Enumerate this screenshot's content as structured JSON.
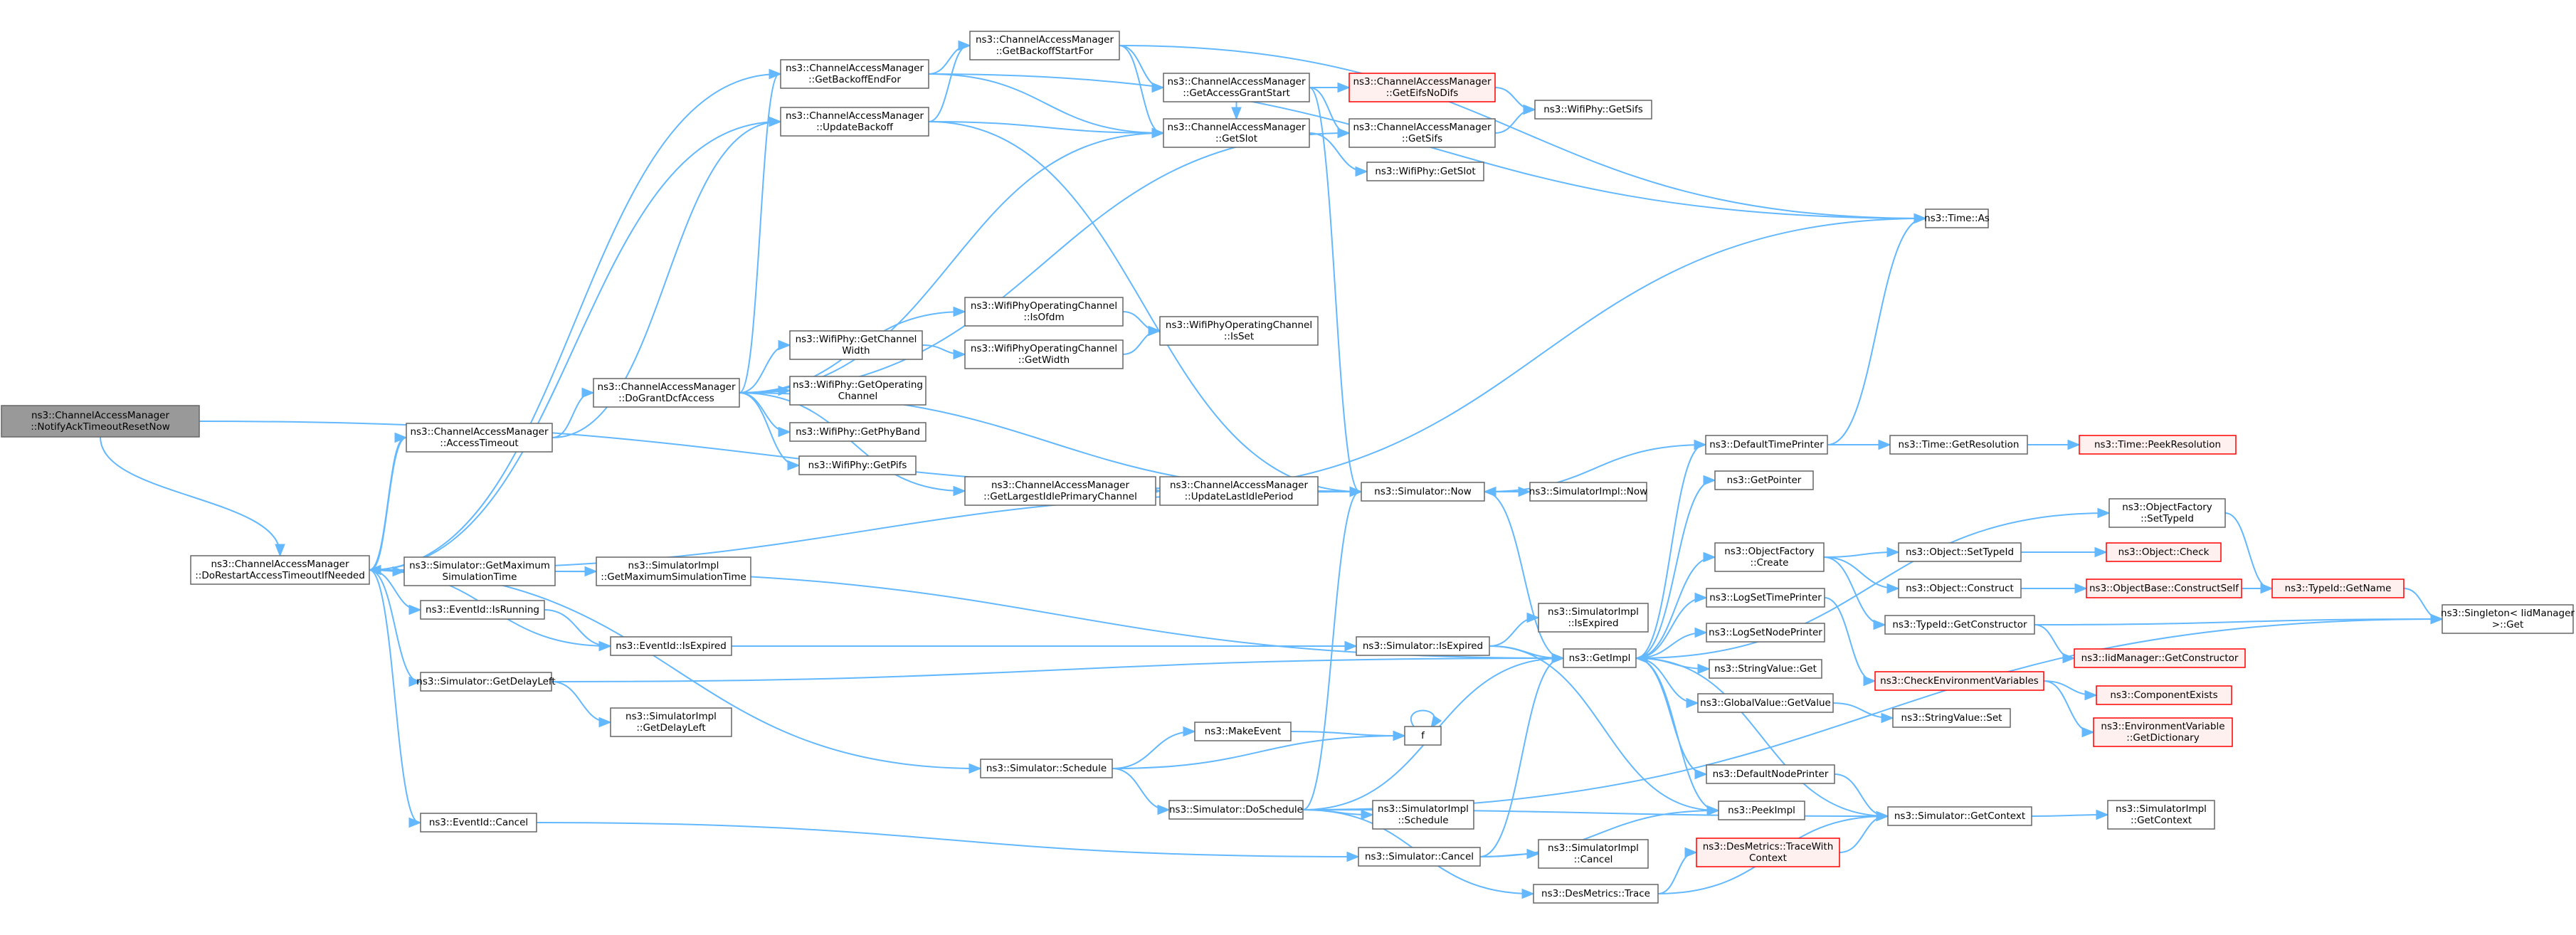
{
  "colors": {
    "edge": "#63b8ff",
    "node_border": "#666666",
    "root_fill": "#999999",
    "missing_border": "#ff0000",
    "missing_fill": "#fff0f0"
  },
  "nodes": [
    {
      "id": "root",
      "kind": "root",
      "lines": [
        "ns3::ChannelAccessManager",
        "::NotifyAckTimeoutResetNow"
      ]
    },
    {
      "id": "dorestart",
      "lines": [
        "ns3::ChannelAccessManager",
        "::DoRestartAccessTimeoutIfNeeded"
      ]
    },
    {
      "id": "accesstimeout",
      "lines": [
        "ns3::ChannelAccessManager",
        "::AccessTimeout"
      ]
    },
    {
      "id": "dogrant",
      "lines": [
        "ns3::ChannelAccessManager",
        "::DoGrantDcfAccess"
      ]
    },
    {
      "id": "getbackoffend",
      "lines": [
        "ns3::ChannelAccessManager",
        "::GetBackoffEndFor"
      ]
    },
    {
      "id": "updatebackoff",
      "lines": [
        "ns3::ChannelAccessManager",
        "::UpdateBackoff"
      ]
    },
    {
      "id": "getbackoffstart",
      "lines": [
        "ns3::ChannelAccessManager",
        "::GetBackoffStartFor"
      ]
    },
    {
      "id": "getaccessgrant",
      "lines": [
        "ns3::ChannelAccessManager",
        "::GetAccessGrantStart"
      ]
    },
    {
      "id": "geteifs",
      "kind": "missing",
      "lines": [
        "ns3::ChannelAccessManager",
        "::GetEifsNoDifs"
      ]
    },
    {
      "id": "cam_getslot",
      "lines": [
        "ns3::ChannelAccessManager",
        "::GetSlot"
      ]
    },
    {
      "id": "cam_getsifs",
      "lines": [
        "ns3::ChannelAccessManager",
        "::GetSifs"
      ]
    },
    {
      "id": "phy_getsifs",
      "lines": [
        "ns3::WifiPhy::GetSifs"
      ]
    },
    {
      "id": "phy_getslot",
      "lines": [
        "ns3::WifiPhy::GetSlot"
      ]
    },
    {
      "id": "time_as",
      "lines": [
        "ns3::Time::As"
      ]
    },
    {
      "id": "isofdm",
      "lines": [
        "ns3::WifiPhyOperatingChannel",
        "::IsOfdm"
      ]
    },
    {
      "id": "getchanwidth",
      "lines": [
        "ns3::WifiPhy::GetChannel",
        "Width"
      ]
    },
    {
      "id": "opchan_getwidth",
      "lines": [
        "ns3::WifiPhyOperatingChannel",
        "::GetWidth"
      ]
    },
    {
      "id": "opchan_isset",
      "lines": [
        "ns3::WifiPhyOperatingChannel",
        "::IsSet"
      ]
    },
    {
      "id": "getopchan",
      "lines": [
        "ns3::WifiPhy::GetOperating",
        "Channel"
      ]
    },
    {
      "id": "getphyband",
      "lines": [
        "ns3::WifiPhy::GetPhyBand"
      ]
    },
    {
      "id": "getpifs",
      "lines": [
        "ns3::WifiPhy::GetPifs"
      ]
    },
    {
      "id": "getlargest",
      "lines": [
        "ns3::ChannelAccessManager",
        "::GetLargestIdlePrimaryChannel"
      ]
    },
    {
      "id": "updatelastidle",
      "lines": [
        "ns3::ChannelAccessManager",
        "::UpdateLastIdlePeriod"
      ]
    },
    {
      "id": "sim_now",
      "lines": [
        "ns3::Simulator::Now"
      ]
    },
    {
      "id": "simimpl_now",
      "lines": [
        "ns3::SimulatorImpl::Now"
      ]
    },
    {
      "id": "defaulttimeprinter",
      "lines": [
        "ns3::DefaultTimePrinter"
      ]
    },
    {
      "id": "time_getres",
      "lines": [
        "ns3::Time::GetResolution"
      ]
    },
    {
      "id": "time_peekres",
      "kind": "missing",
      "lines": [
        "ns3::Time::PeekResolution"
      ]
    },
    {
      "id": "getpointer",
      "lines": [
        "ns3::GetPointer"
      ]
    },
    {
      "id": "objfactory_settypeid",
      "lines": [
        "ns3::ObjectFactory",
        "::SetTypeId"
      ]
    },
    {
      "id": "objfactory_create",
      "lines": [
        "ns3::ObjectFactory",
        "::Create"
      ]
    },
    {
      "id": "object_settypeid",
      "lines": [
        "ns3::Object::SetTypeId"
      ]
    },
    {
      "id": "object_check",
      "kind": "missing",
      "lines": [
        "ns3::Object::Check"
      ]
    },
    {
      "id": "object_construct",
      "lines": [
        "ns3::Object::Construct"
      ]
    },
    {
      "id": "objbase_constructself",
      "kind": "missing",
      "lines": [
        "ns3::ObjectBase::ConstructSelf"
      ]
    },
    {
      "id": "typeid_getname",
      "kind": "missing",
      "lines": [
        "ns3::TypeId::GetName"
      ]
    },
    {
      "id": "typeid_getconstructor",
      "lines": [
        "ns3::TypeId::GetConstructor"
      ]
    },
    {
      "id": "iidmanager_getconstructor",
      "kind": "missing",
      "lines": [
        "ns3::IidManager::GetConstructor"
      ]
    },
    {
      "id": "singleton_get",
      "lines": [
        "ns3::Singleton< IidManager",
        " >::Get"
      ]
    },
    {
      "id": "sim_getmaxtime",
      "lines": [
        "ns3::Simulator::GetMaximum",
        "SimulationTime"
      ]
    },
    {
      "id": "simimpl_getmaxtime",
      "lines": [
        "ns3::SimulatorImpl",
        "::GetMaximumSimulationTime"
      ]
    },
    {
      "id": "eventid_isrunning",
      "lines": [
        "ns3::EventId::IsRunning"
      ]
    },
    {
      "id": "eventid_isexpired",
      "lines": [
        "ns3::EventId::IsExpired"
      ]
    },
    {
      "id": "sim_isexpired",
      "lines": [
        "ns3::Simulator::IsExpired"
      ]
    },
    {
      "id": "simimpl_isexpired",
      "lines": [
        "ns3::SimulatorImpl",
        "::IsExpired"
      ]
    },
    {
      "id": "getimpl",
      "lines": [
        "ns3::GetImpl"
      ]
    },
    {
      "id": "logsettimeprinter",
      "lines": [
        "ns3::LogSetTimePrinter"
      ]
    },
    {
      "id": "logsetnodeprinter",
      "lines": [
        "ns3::LogSetNodePrinter"
      ]
    },
    {
      "id": "stringvalue_get",
      "lines": [
        "ns3::StringValue::Get"
      ]
    },
    {
      "id": "globalvalue_getvalue",
      "lines": [
        "ns3::GlobalValue::GetValue"
      ]
    },
    {
      "id": "stringvalue_set",
      "lines": [
        "ns3::StringValue::Set"
      ]
    },
    {
      "id": "checkenv",
      "kind": "missing",
      "lines": [
        "ns3::CheckEnvironmentVariables"
      ]
    },
    {
      "id": "componentexists",
      "kind": "missing",
      "lines": [
        "ns3::ComponentExists"
      ]
    },
    {
      "id": "envvar_getdict",
      "kind": "missing",
      "lines": [
        "ns3::EnvironmentVariable",
        "::GetDictionary"
      ]
    },
    {
      "id": "sim_getdelayleft",
      "lines": [
        "ns3::Simulator::GetDelayLeft"
      ]
    },
    {
      "id": "simimpl_getdelayleft",
      "lines": [
        "ns3::SimulatorImpl",
        "::GetDelayLeft"
      ]
    },
    {
      "id": "makeevent",
      "lines": [
        "ns3::MakeEvent"
      ]
    },
    {
      "id": "f",
      "lines": [
        "f"
      ]
    },
    {
      "id": "sim_schedule",
      "lines": [
        "ns3::Simulator::Schedule"
      ]
    },
    {
      "id": "sim_doschedule",
      "lines": [
        "ns3::Simulator::DoSchedule"
      ]
    },
    {
      "id": "simimpl_schedule",
      "lines": [
        "ns3::SimulatorImpl",
        "::Schedule"
      ]
    },
    {
      "id": "defaultnodeprinter",
      "lines": [
        "ns3::DefaultNodePrinter"
      ]
    },
    {
      "id": "peekimpl",
      "lines": [
        "ns3::PeekImpl"
      ]
    },
    {
      "id": "sim_getcontext",
      "lines": [
        "ns3::Simulator::GetContext"
      ]
    },
    {
      "id": "simimpl_getcontext",
      "lines": [
        "ns3::SimulatorImpl",
        "::GetContext"
      ]
    },
    {
      "id": "eventid_cancel",
      "lines": [
        "ns3::EventId::Cancel"
      ]
    },
    {
      "id": "sim_cancel",
      "lines": [
        "ns3::Simulator::Cancel"
      ]
    },
    {
      "id": "simimpl_cancel",
      "lines": [
        "ns3::SimulatorImpl",
        "::Cancel"
      ]
    },
    {
      "id": "desmetrics_tracewith",
      "kind": "missing",
      "lines": [
        "ns3::DesMetrics::TraceWith",
        "Context"
      ]
    },
    {
      "id": "desmetrics_trace",
      "lines": [
        "ns3::DesMetrics::Trace"
      ]
    }
  ],
  "edges": [
    [
      "root",
      "dorestart"
    ],
    [
      "root",
      "sim_now"
    ],
    [
      "dorestart",
      "accesstimeout"
    ],
    [
      "accesstimeout",
      "dorestart"
    ],
    [
      "dorestart",
      "getbackoffend"
    ],
    [
      "dorestart",
      "updatebackoff"
    ],
    [
      "dorestart",
      "sim_now"
    ],
    [
      "dorestart",
      "sim_getmaxtime"
    ],
    [
      "dorestart",
      "eventid_isrunning"
    ],
    [
      "dorestart",
      "eventid_isexpired"
    ],
    [
      "dorestart",
      "sim_getdelayleft"
    ],
    [
      "dorestart",
      "sim_schedule"
    ],
    [
      "dorestart",
      "eventid_cancel"
    ],
    [
      "accesstimeout",
      "dogrant"
    ],
    [
      "accesstimeout",
      "updatebackoff"
    ],
    [
      "dogrant",
      "getbackoffend"
    ],
    [
      "dogrant",
      "cam_getslot"
    ],
    [
      "dogrant",
      "cam_getsifs"
    ],
    [
      "dogrant",
      "isofdm"
    ],
    [
      "dogrant",
      "getchanwidth"
    ],
    [
      "dogrant",
      "getopchan"
    ],
    [
      "dogrant",
      "getphyband"
    ],
    [
      "dogrant",
      "getpifs"
    ],
    [
      "dogrant",
      "getlargest"
    ],
    [
      "dogrant",
      "sim_now"
    ],
    [
      "getbackoffend",
      "getbackoffstart"
    ],
    [
      "getbackoffend",
      "cam_getslot"
    ],
    [
      "getbackoffend",
      "time_as"
    ],
    [
      "updatebackoff",
      "getbackoffstart"
    ],
    [
      "updatebackoff",
      "cam_getslot"
    ],
    [
      "updatebackoff",
      "sim_now"
    ],
    [
      "getbackoffstart",
      "getaccessgrant"
    ],
    [
      "getbackoffstart",
      "cam_getslot"
    ],
    [
      "getbackoffstart",
      "time_as"
    ],
    [
      "getaccessgrant",
      "geteifs"
    ],
    [
      "getaccessgrant",
      "cam_getsifs"
    ],
    [
      "getaccessgrant",
      "cam_getslot"
    ],
    [
      "getaccessgrant",
      "sim_now"
    ],
    [
      "geteifs",
      "phy_getsifs"
    ],
    [
      "cam_getsifs",
      "phy_getsifs"
    ],
    [
      "cam_getslot",
      "phy_getslot"
    ],
    [
      "isofdm",
      "opchan_isset"
    ],
    [
      "getchanwidth",
      "opchan_getwidth"
    ],
    [
      "opchan_getwidth",
      "opchan_isset"
    ],
    [
      "getlargest",
      "updatelastidle"
    ],
    [
      "getlargest",
      "time_as"
    ],
    [
      "updatelastidle",
      "sim_now"
    ],
    [
      "sim_now",
      "simimpl_now"
    ],
    [
      "sim_now",
      "getimpl"
    ],
    [
      "defaulttimeprinter",
      "sim_now"
    ],
    [
      "defaulttimeprinter",
      "time_getres"
    ],
    [
      "defaulttimeprinter",
      "time_as"
    ],
    [
      "time_getres",
      "time_peekres"
    ],
    [
      "getimpl",
      "defaulttimeprinter"
    ],
    [
      "getimpl",
      "getpointer"
    ],
    [
      "getimpl",
      "objfactory_settypeid"
    ],
    [
      "getimpl",
      "objfactory_create"
    ],
    [
      "getimpl",
      "logsettimeprinter"
    ],
    [
      "getimpl",
      "logsetnodeprinter"
    ],
    [
      "getimpl",
      "stringvalue_get"
    ],
    [
      "getimpl",
      "globalvalue_getvalue"
    ],
    [
      "getimpl",
      "defaultnodeprinter"
    ],
    [
      "getimpl",
      "peekimpl"
    ],
    [
      "objfactory_create",
      "object_settypeid"
    ],
    [
      "objfactory_create",
      "object_construct"
    ],
    [
      "objfactory_create",
      "typeid_getconstructor"
    ],
    [
      "object_settypeid",
      "object_check"
    ],
    [
      "object_construct",
      "objbase_constructself"
    ],
    [
      "objbase_constructself",
      "typeid_getname"
    ],
    [
      "objfactory_settypeid",
      "typeid_getname"
    ],
    [
      "typeid_getname",
      "singleton_get"
    ],
    [
      "typeid_getconstructor",
      "singleton_get"
    ],
    [
      "typeid_getconstructor",
      "iidmanager_getconstructor"
    ],
    [
      "logsettimeprinter",
      "checkenv"
    ],
    [
      "checkenv",
      "componentexists"
    ],
    [
      "checkenv",
      "envvar_getdict"
    ],
    [
      "globalvalue_getvalue",
      "stringvalue_set"
    ],
    [
      "sim_getmaxtime",
      "simimpl_getmaxtime"
    ],
    [
      "sim_getmaxtime",
      "getimpl"
    ],
    [
      "eventid_isrunning",
      "eventid_isexpired"
    ],
    [
      "eventid_isexpired",
      "sim_isexpired"
    ],
    [
      "sim_isexpired",
      "simimpl_isexpired"
    ],
    [
      "sim_isexpired",
      "getimpl"
    ],
    [
      "sim_isexpired",
      "peekimpl"
    ],
    [
      "sim_getdelayleft",
      "simimpl_getdelayleft"
    ],
    [
      "sim_getdelayleft",
      "getimpl"
    ],
    [
      "sim_schedule",
      "makeevent"
    ],
    [
      "sim_schedule",
      "f"
    ],
    [
      "sim_schedule",
      "sim_doschedule"
    ],
    [
      "makeevent",
      "f"
    ],
    [
      "f",
      "f"
    ],
    [
      "sim_doschedule",
      "sim_now"
    ],
    [
      "sim_doschedule",
      "simimpl_schedule"
    ],
    [
      "sim_doschedule",
      "getimpl"
    ],
    [
      "sim_doschedule",
      "sim_getcontext"
    ],
    [
      "sim_doschedule",
      "desmetrics_trace"
    ],
    [
      "sim_doschedule",
      "singleton_get"
    ],
    [
      "defaultnodeprinter",
      "sim_getcontext"
    ],
    [
      "sim_getcontext",
      "getimpl"
    ],
    [
      "sim_getcontext",
      "simimpl_getcontext"
    ],
    [
      "eventid_cancel",
      "sim_cancel"
    ],
    [
      "sim_cancel",
      "simimpl_cancel"
    ],
    [
      "sim_cancel",
      "getimpl"
    ],
    [
      "sim_cancel",
      "peekimpl"
    ],
    [
      "desmetrics_trace",
      "desmetrics_tracewith"
    ],
    [
      "desmetrics_trace",
      "sim_getcontext"
    ],
    [
      "desmetrics_tracewith",
      "sim_getcontext"
    ]
  ]
}
